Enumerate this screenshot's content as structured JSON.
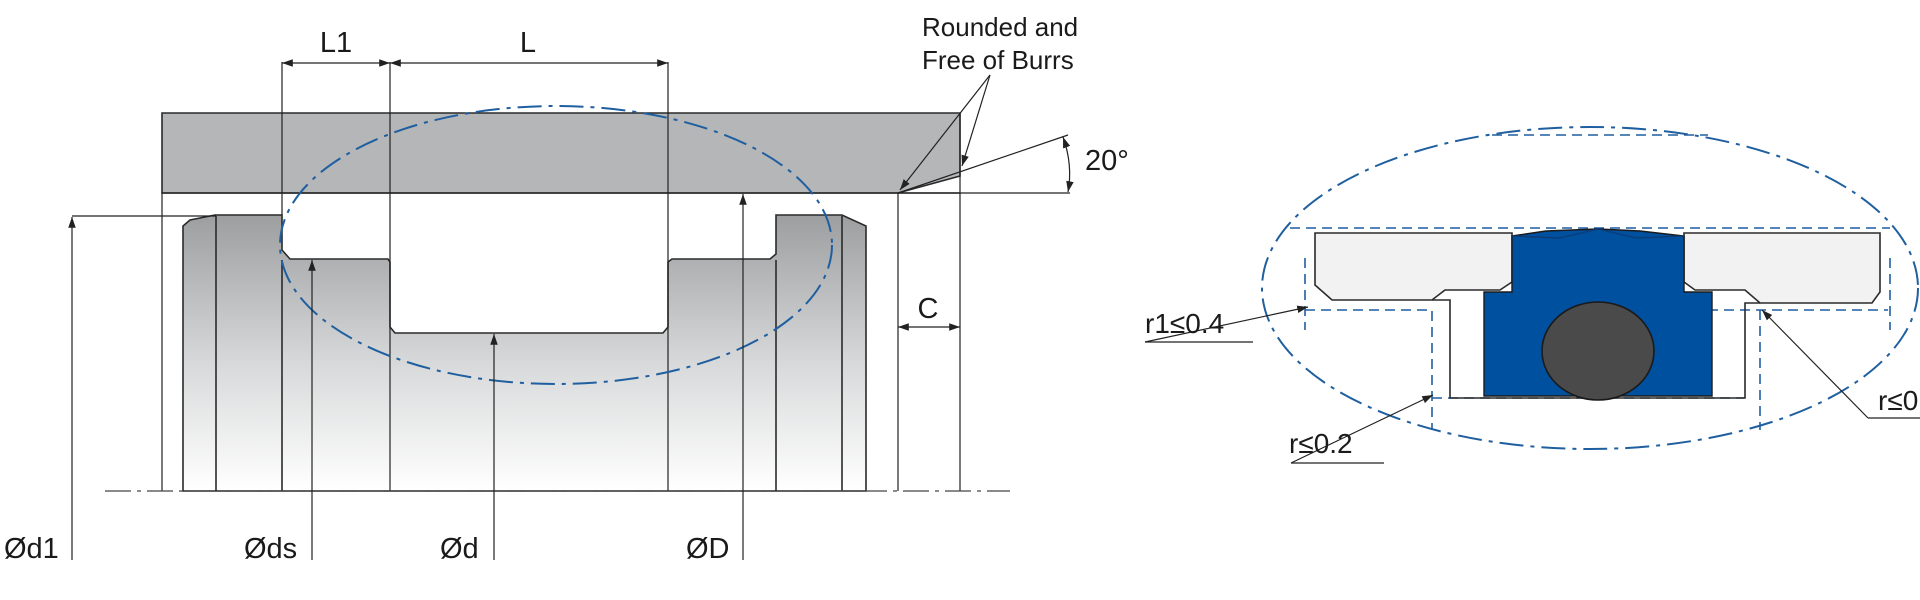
{
  "labels": {
    "L1": "L1",
    "L": "L",
    "rounded_line1": "Rounded and",
    "rounded_line2": "Free of Burrs",
    "angle": "20°",
    "C": "C",
    "d1": "Ød1",
    "ds": "Øds",
    "d": "Ød",
    "D": "ØD",
    "r1": "r1≤0.4",
    "r_small": "r≤0.2",
    "r_right": "r≤0"
  },
  "colors": {
    "housing_gray": "#b5b6b8",
    "rod_gradient_top": "#9c9ea0",
    "rod_gradient_bottom": "#ffffff",
    "seal_blue": "#0050a0",
    "oring_gray": "#4a4a4a",
    "detail_blue": "#1f5fa0",
    "line": "#222222"
  }
}
